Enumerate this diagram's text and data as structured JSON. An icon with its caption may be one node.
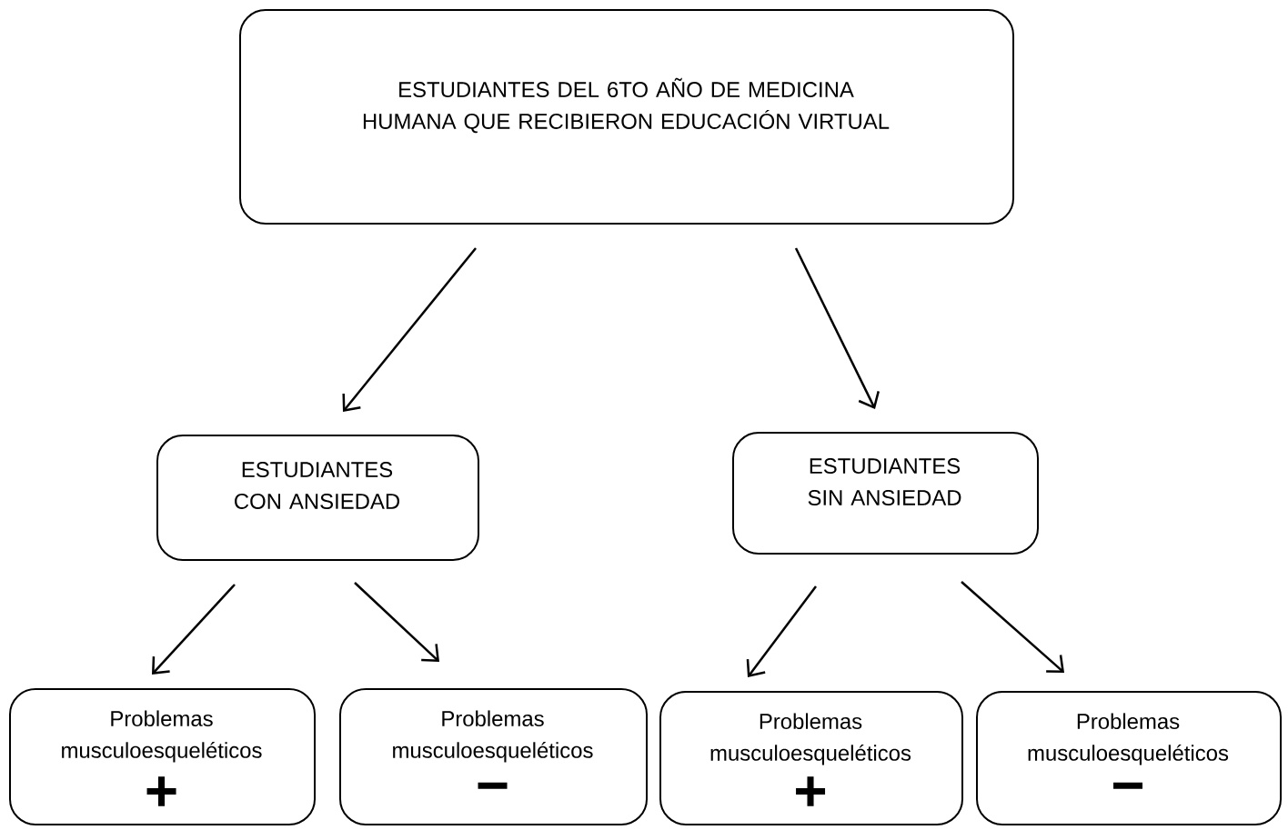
{
  "diagram": {
    "nodes": [
      {
        "text": [
          "ESTUDIANTES DEL 6TO AÑO DE MEDICINA HUMANA QUE RECIBIERON EDUCACIÓN VIRTUAL"
        ]
      },
      {
        "text": [
          "ESTUDIANTES CON ANSIEDAD"
        ]
      },
      {
        "text": [
          "ESTUDIANTES SIN ANSIEDAD"
        ]
      },
      {
        "text": [
          "Problemas musculoesqueléticos",
          "+"
        ]
      },
      {
        "text": [
          "Problemas musculoesqueléticos",
          "−"
        ]
      },
      {
        "text": [
          "Problemas musculoesqueléticos",
          "+"
        ]
      },
      {
        "text": [
          "Problemas musculoesqueléticos",
          "−"
        ]
      }
    ],
    "edges": [
      {
        "from": 0,
        "to": 1,
        "arrow": "to"
      },
      {
        "from": 0,
        "to": 2,
        "arrow": "to"
      },
      {
        "from": 1,
        "to": 3,
        "arrow": "to"
      },
      {
        "from": 1,
        "to": 4,
        "arrow": "to"
      },
      {
        "from": 2,
        "to": 5,
        "arrow": "to"
      },
      {
        "from": 2,
        "to": 6,
        "arrow": "to"
      }
    ]
  }
}
